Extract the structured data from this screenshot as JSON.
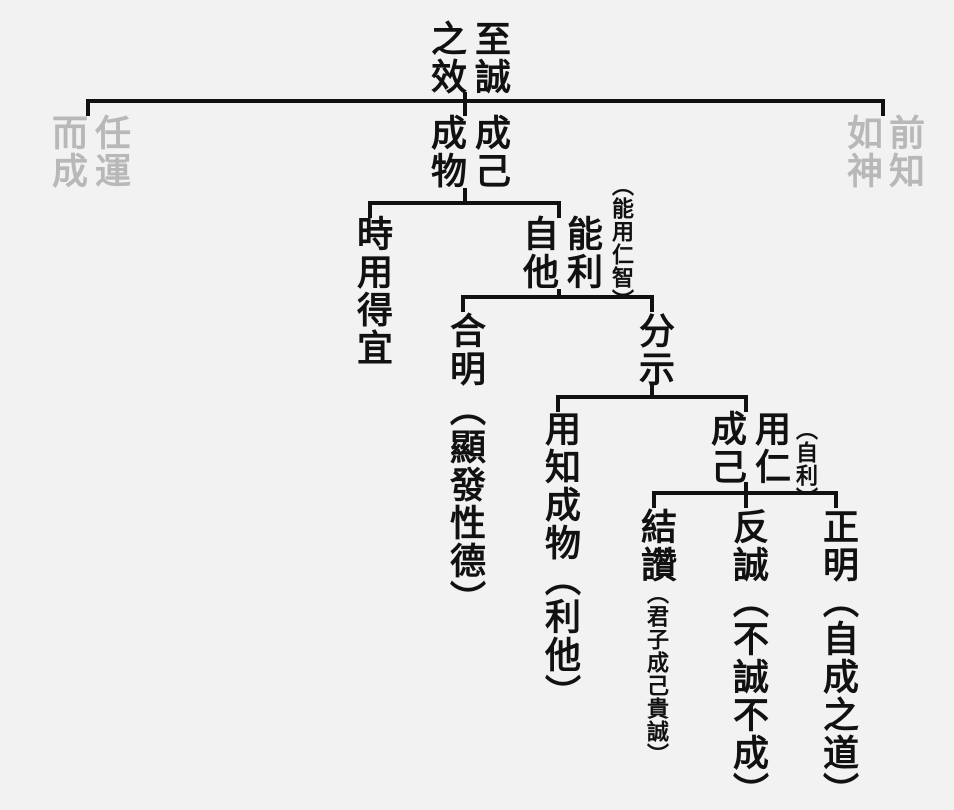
{
  "root": {
    "line1": "至誠",
    "line2": "之效"
  },
  "level1": {
    "left": {
      "line1": "任運",
      "line2": "而成",
      "muted": true
    },
    "center": {
      "line1": "成己",
      "line2": "成物"
    },
    "right": {
      "line1": "前知",
      "line2": "如神",
      "muted": true
    }
  },
  "level2": {
    "left": {
      "text": "時用得宜"
    },
    "right": {
      "line1": "能利",
      "line2": "自他",
      "note": "（能用仁智）"
    }
  },
  "level3": {
    "left": {
      "text": "合明",
      "note": "（顯發性德）"
    },
    "right": {
      "text": "分示"
    }
  },
  "level4": {
    "left": {
      "text": "用知成物",
      "note": "（利他）"
    },
    "right": {
      "line1": "用仁",
      "line2": "成己",
      "note": "（自利）"
    }
  },
  "level5": {
    "left": {
      "text": "結讚",
      "note": "（君子成己貴誠）"
    },
    "center": {
      "text": "反誠",
      "note": "（不誠不成）"
    },
    "right": {
      "text": "正明",
      "note": "（自成之道）"
    }
  },
  "colors": {
    "text": "#111111",
    "muted": "#b8b8b8",
    "line": "#111111",
    "background": "#f2f2f2"
  }
}
